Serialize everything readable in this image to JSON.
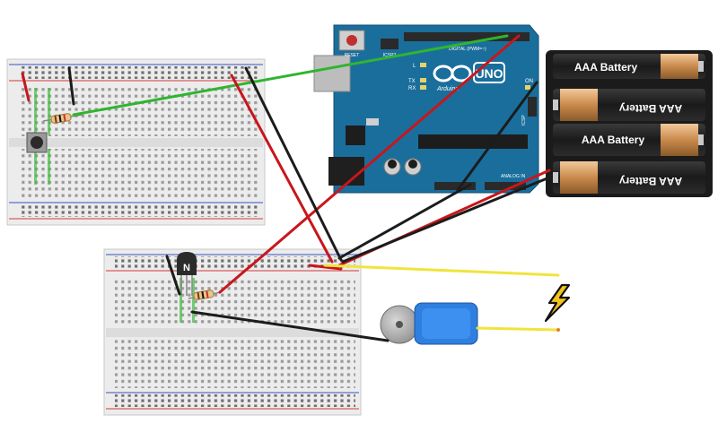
{
  "arduino": {
    "reset_label": "RESET",
    "icsp2_label": "ICSP2",
    "icsp_label": "ICSP",
    "led_l": "L",
    "led_tx": "TX",
    "led_rx": "RX",
    "on_label": "ON",
    "digital_label": "DIGITAL (PWM=~)",
    "analog_label": "ANALOG IN",
    "brand_text": "Arduino",
    "model_text": "UNO",
    "board_color": "#1a6e9c"
  },
  "battery_pack": {
    "cells": [
      {
        "label": "AAA Battery",
        "orientation": "normal"
      },
      {
        "label": "AAA Battery",
        "orientation": "flipped"
      },
      {
        "label": "AAA Battery",
        "orientation": "normal"
      },
      {
        "label": "AAA Battery",
        "orientation": "flipped"
      }
    ]
  },
  "transistor": {
    "label": "N"
  },
  "bolt_icon": "lightning-bolt-icon",
  "wire_colors": {
    "red": "#c8161c",
    "black": "#1c1c1c",
    "green": "#2fb52f",
    "yellow": "#f0e43c"
  }
}
